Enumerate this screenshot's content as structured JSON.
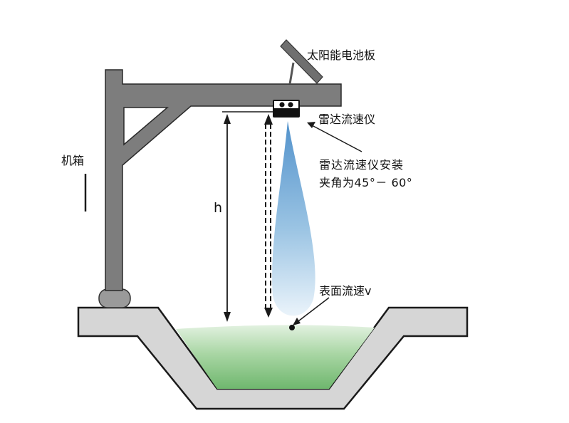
{
  "labels": {
    "solar_panel": "太阳能电池板",
    "radar_meter": "雷达流速仪",
    "install_angle_line1": "雷达流速仪安装",
    "install_angle_line2": "夹角为45°－ 60°",
    "control_box": "机箱",
    "height": "h",
    "surface_velocity": "表面流速v"
  },
  "colors": {
    "structure": "#7d7d7d",
    "outline": "#1a1a1a",
    "water": "#8cc58c",
    "beam": "#5a96cc"
  }
}
